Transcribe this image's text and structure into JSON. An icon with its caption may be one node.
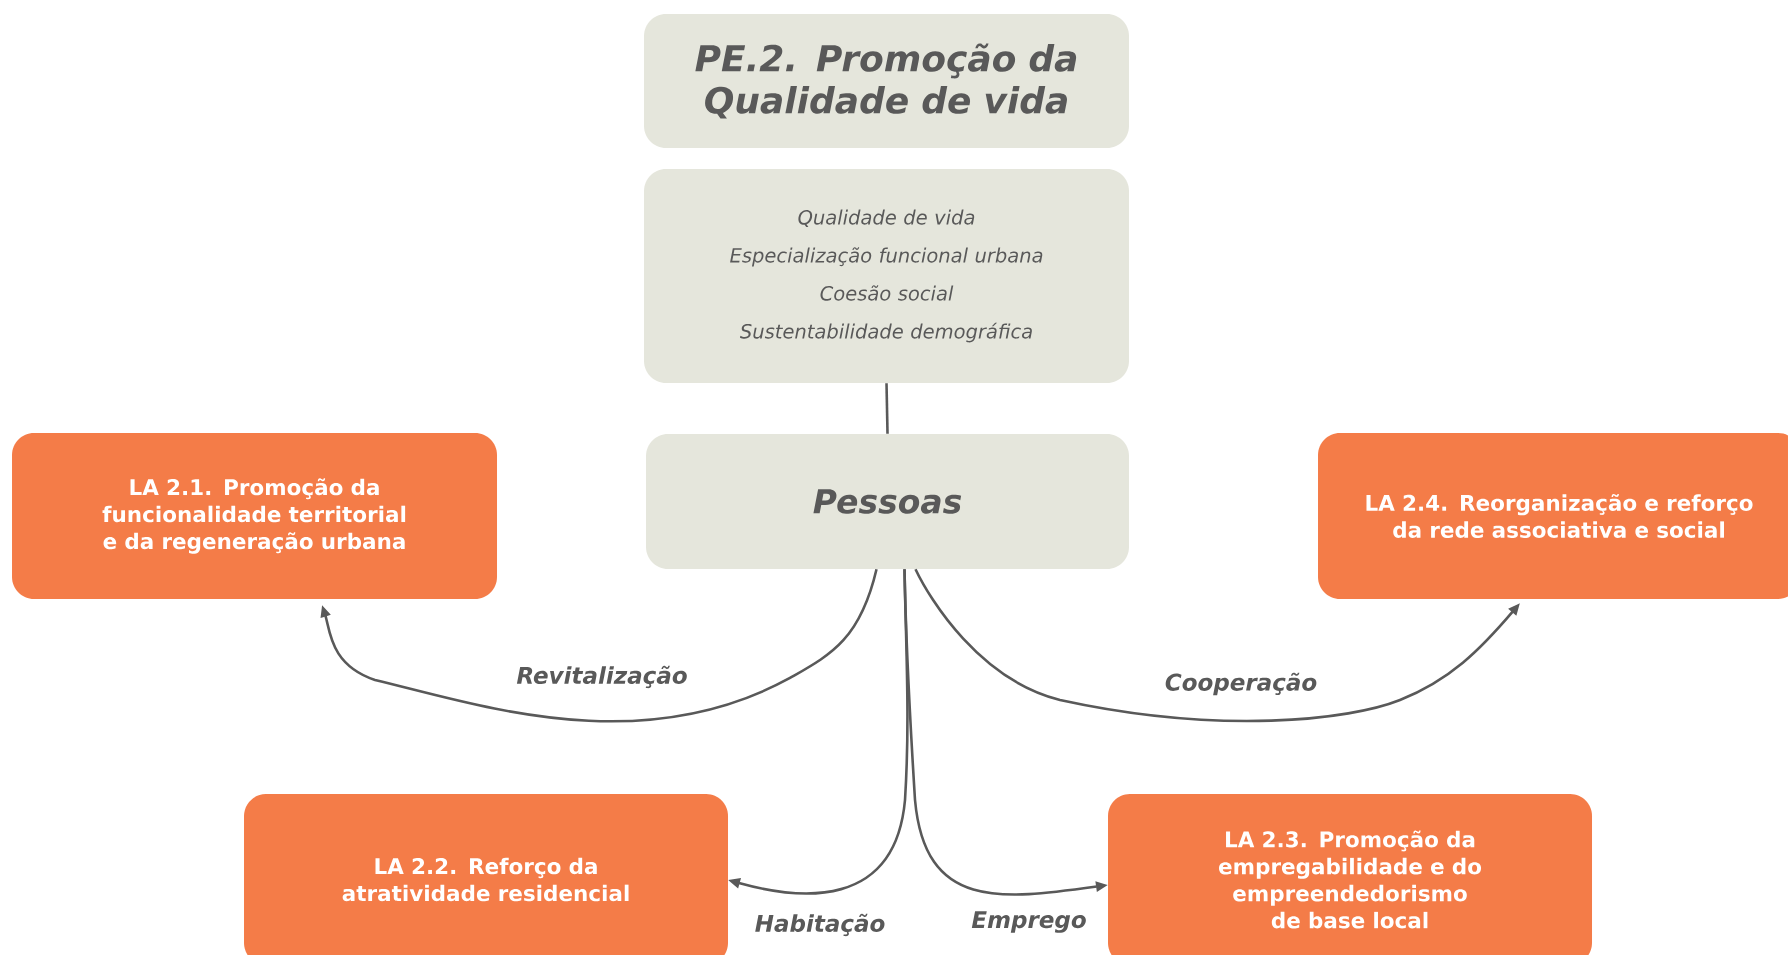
{
  "diagram": {
    "nodes": [
      {
        "text": [
          "PE.2. Promoção da Qualidade de vida"
        ]
      },
      {
        "text": [
          "Qualidade de vida",
          "Especialização funcional urbana",
          "Coesão social",
          "Sustentabilidade demográfica"
        ]
      },
      {
        "text": [
          "Pessoas"
        ]
      },
      {
        "text": [
          "LA 2.1. Promoção da funcionalidade territorial e da regeneração urbana"
        ]
      },
      {
        "text": [
          "LA 2.4. Reorganização e reforço da rede associativa e social"
        ]
      },
      {
        "text": [
          "LA 2.2. Reforço da atratividade residencial"
        ]
      },
      {
        "text": [
          "LA 2.3. Promoção da empregabilidade e do empreendedorismo de base local"
        ]
      }
    ],
    "edges": [
      {
        "from": 1,
        "to": 2,
        "arrow": "none"
      },
      {
        "from": 2,
        "to": 3,
        "arrow": "to",
        "label": "Revitalização"
      },
      {
        "from": 2,
        "to": 4,
        "arrow": "to",
        "label": "Cooperação"
      },
      {
        "from": 2,
        "to": 5,
        "arrow": "to",
        "label": "Habitação"
      },
      {
        "from": 2,
        "to": 6,
        "arrow": "to",
        "label": "Emprego"
      }
    ]
  }
}
